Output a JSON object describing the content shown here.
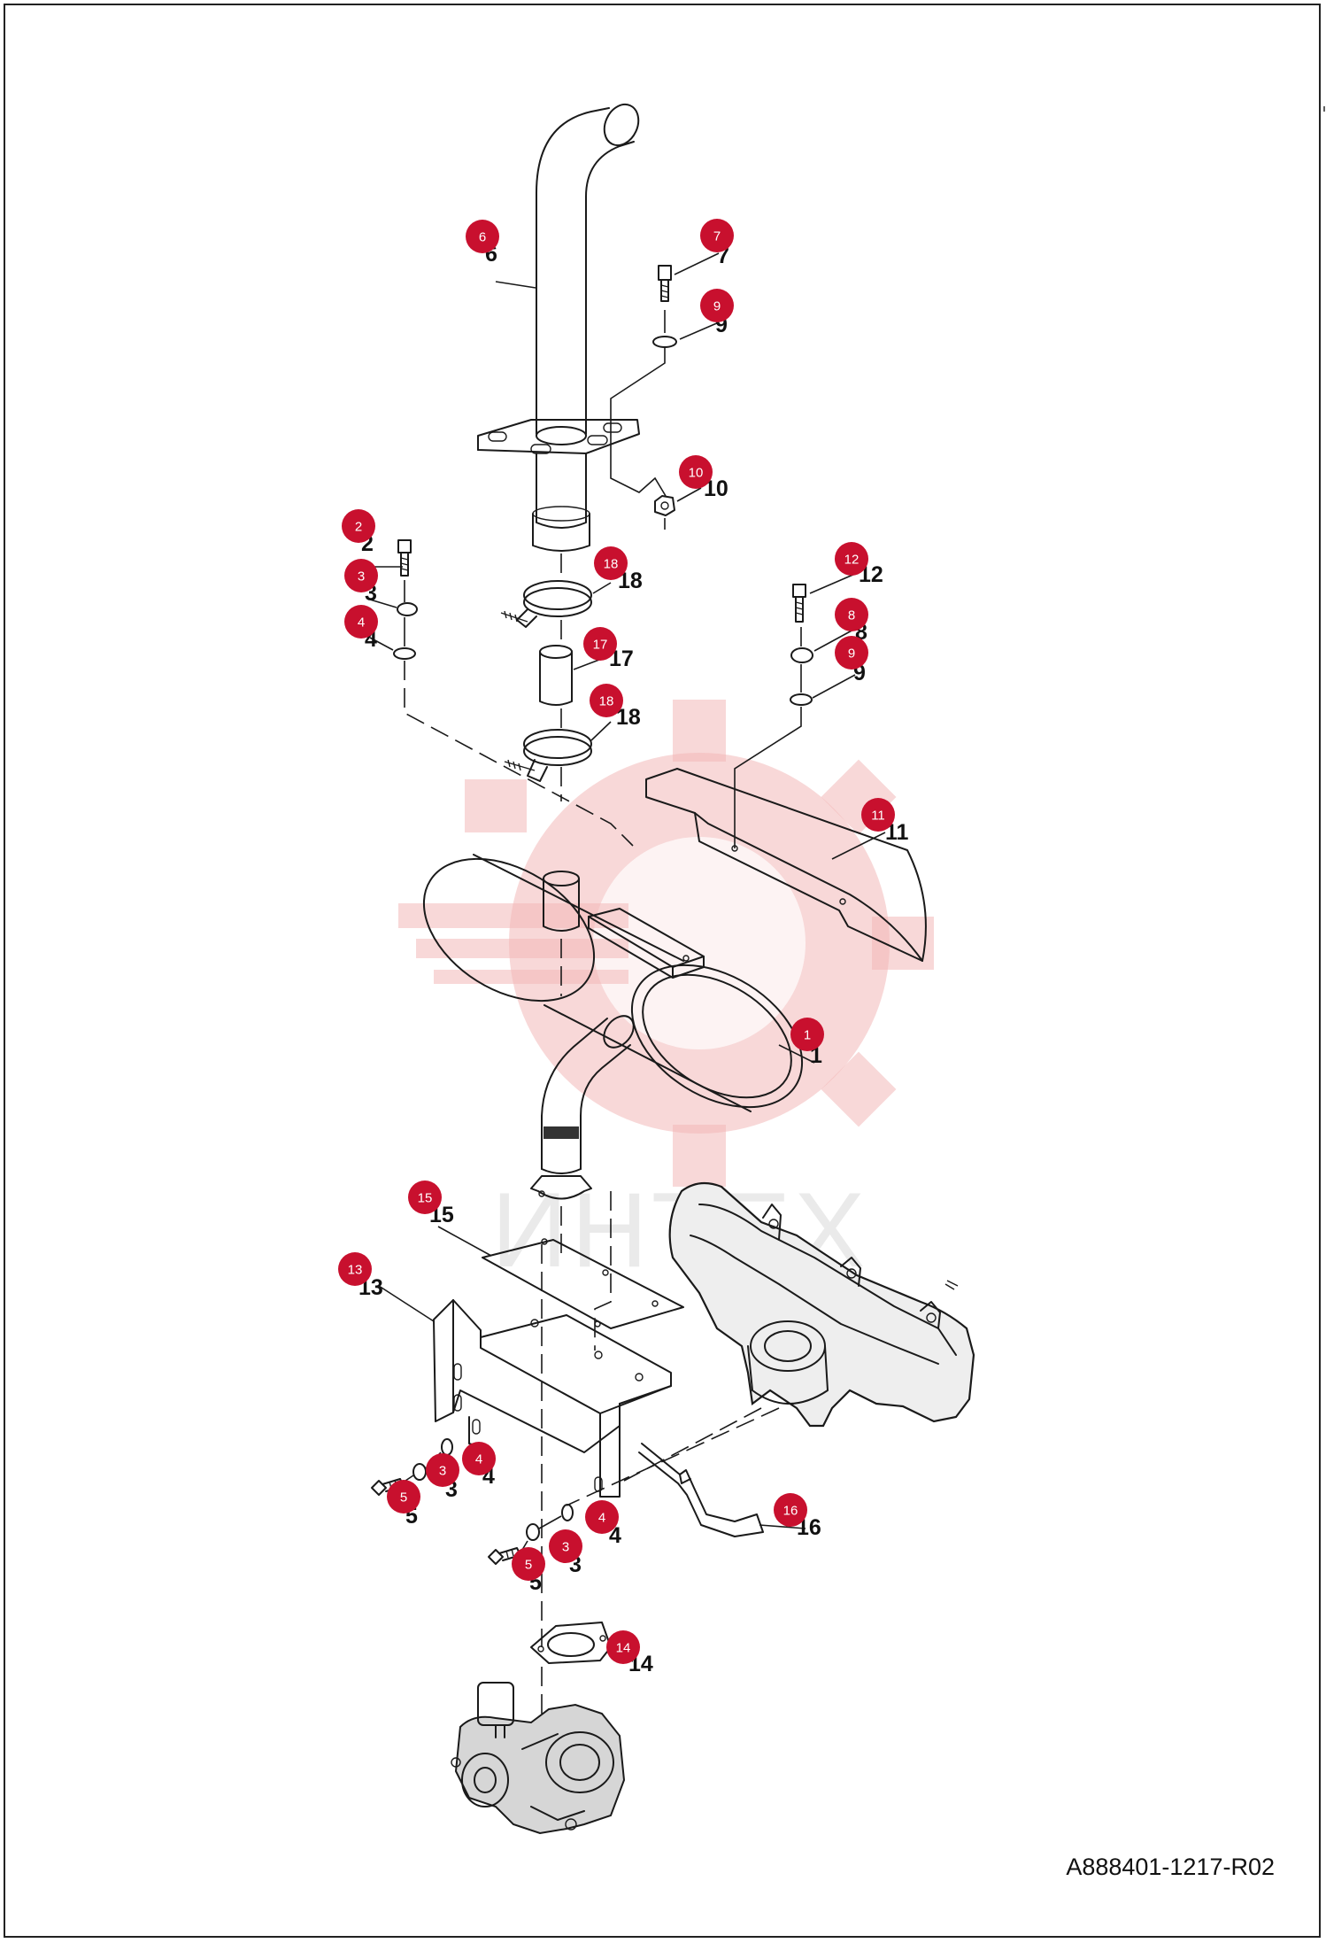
{
  "document_number": "A888401-1217-R02",
  "watermark_text": "ИНТЕХ",
  "colors": {
    "badge": "#c8102e",
    "watermark": "#f2b8b8",
    "line": "#1a1a1a"
  },
  "callouts": [
    {
      "id": "c1",
      "label": "1"
    },
    {
      "id": "c2",
      "label": "2"
    },
    {
      "id": "c3a",
      "label": "3"
    },
    {
      "id": "c3b",
      "label": "3"
    },
    {
      "id": "c3c",
      "label": "3"
    },
    {
      "id": "c4a",
      "label": "4"
    },
    {
      "id": "c4b",
      "label": "4"
    },
    {
      "id": "c4c",
      "label": "4"
    },
    {
      "id": "c5a",
      "label": "5"
    },
    {
      "id": "c5b",
      "label": "5"
    },
    {
      "id": "c6",
      "label": "6"
    },
    {
      "id": "c7",
      "label": "7"
    },
    {
      "id": "c8",
      "label": "8"
    },
    {
      "id": "c9a",
      "label": "9"
    },
    {
      "id": "c9b",
      "label": "9"
    },
    {
      "id": "c10",
      "label": "10"
    },
    {
      "id": "c11",
      "label": "11"
    },
    {
      "id": "c12",
      "label": "12"
    },
    {
      "id": "c13",
      "label": "13"
    },
    {
      "id": "c14",
      "label": "14"
    },
    {
      "id": "c15",
      "label": "15"
    },
    {
      "id": "c16",
      "label": "16"
    },
    {
      "id": "c17",
      "label": "17"
    },
    {
      "id": "c18a",
      "label": "18"
    },
    {
      "id": "c18b",
      "label": "18"
    }
  ]
}
